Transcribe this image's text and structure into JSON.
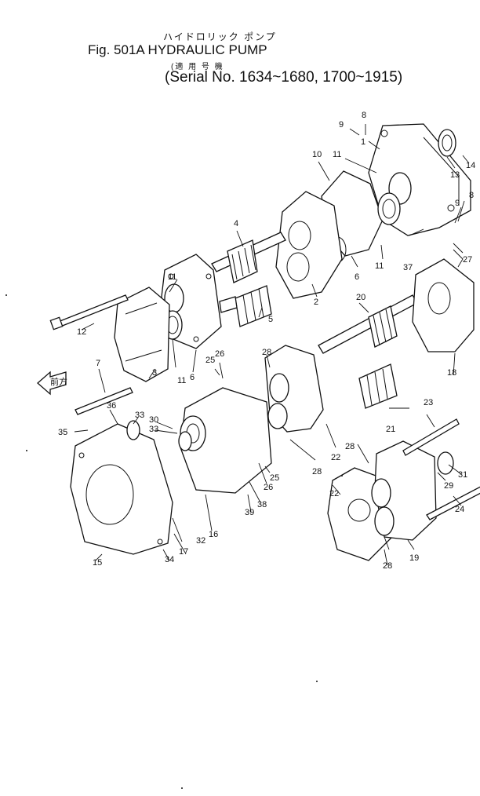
{
  "header": {
    "jp_title": "ハイドロリック ポンプ",
    "fig_title": "Fig. 501A HYDRAULIC PUMP",
    "jp_subtitle": "(適 用 号 機",
    "serial": "(Serial No. 1634~1680, 1700~1915)"
  },
  "arrow_label": "前方",
  "callouts": [
    "8",
    "9",
    "13",
    "14",
    "10",
    "11",
    "1",
    "9",
    "8",
    "27",
    "37",
    "11",
    "6",
    "4",
    "2",
    "11",
    "5",
    "20",
    "12",
    "6",
    "11",
    "7",
    "3",
    "26",
    "25",
    "28",
    "18",
    "21",
    "23",
    "36",
    "33",
    "30",
    "33",
    "35",
    "22",
    "28",
    "31",
    "29",
    "28",
    "26",
    "25",
    "38",
    "39",
    "16",
    "32",
    "17",
    "34",
    "15",
    "22",
    "24",
    "19",
    "28"
  ]
}
